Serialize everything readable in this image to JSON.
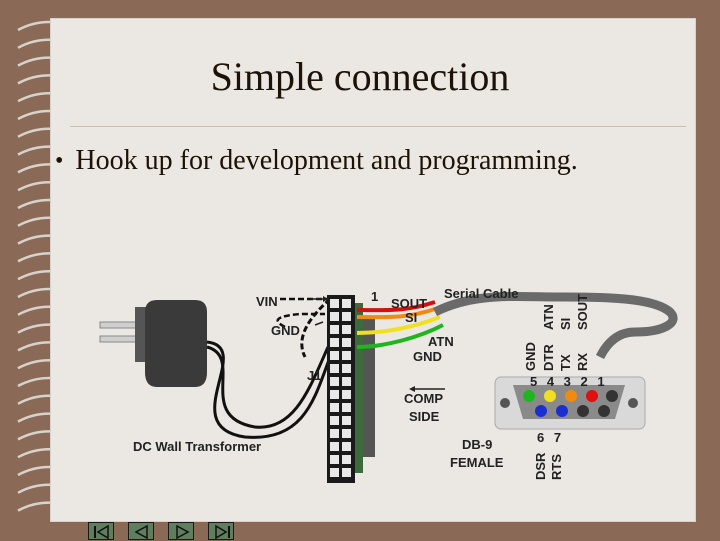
{
  "slide": {
    "title": "Simple connection",
    "bullet_text": "Hook up for development and programming."
  },
  "diagram": {
    "vin": "VIN",
    "gnd": "GND",
    "j1": "J1",
    "pin1": "1",
    "sout": "SOUT",
    "si": "SI",
    "atn": "ATN",
    "gnd2": "GND",
    "serial_cable": "Serial Cable",
    "comp": "COMP",
    "side": "SIDE",
    "dc_wall": "DC Wall Transformer",
    "db9": "DB-9",
    "female": "FEMALE",
    "pins_top": "5 4 3 2 1",
    "pins_bottom": "6 7",
    "col_labels": [
      "GND",
      "DTR",
      "TX",
      "RX"
    ],
    "upper_labels": [
      "ATN",
      "SI",
      "SOUT"
    ],
    "bottom_labels": [
      "DSR",
      "RTS"
    ],
    "colors": {
      "pin_green": "#1fb51f",
      "pin_yellow": "#f0e020",
      "pin_orange": "#f08a10",
      "pin_red": "#e01010",
      "pin_blue": "#1a2fd0"
    }
  },
  "nav": [
    "first-slide-icon",
    "previous-slide-icon",
    "next-slide-icon",
    "last-slide-icon"
  ]
}
